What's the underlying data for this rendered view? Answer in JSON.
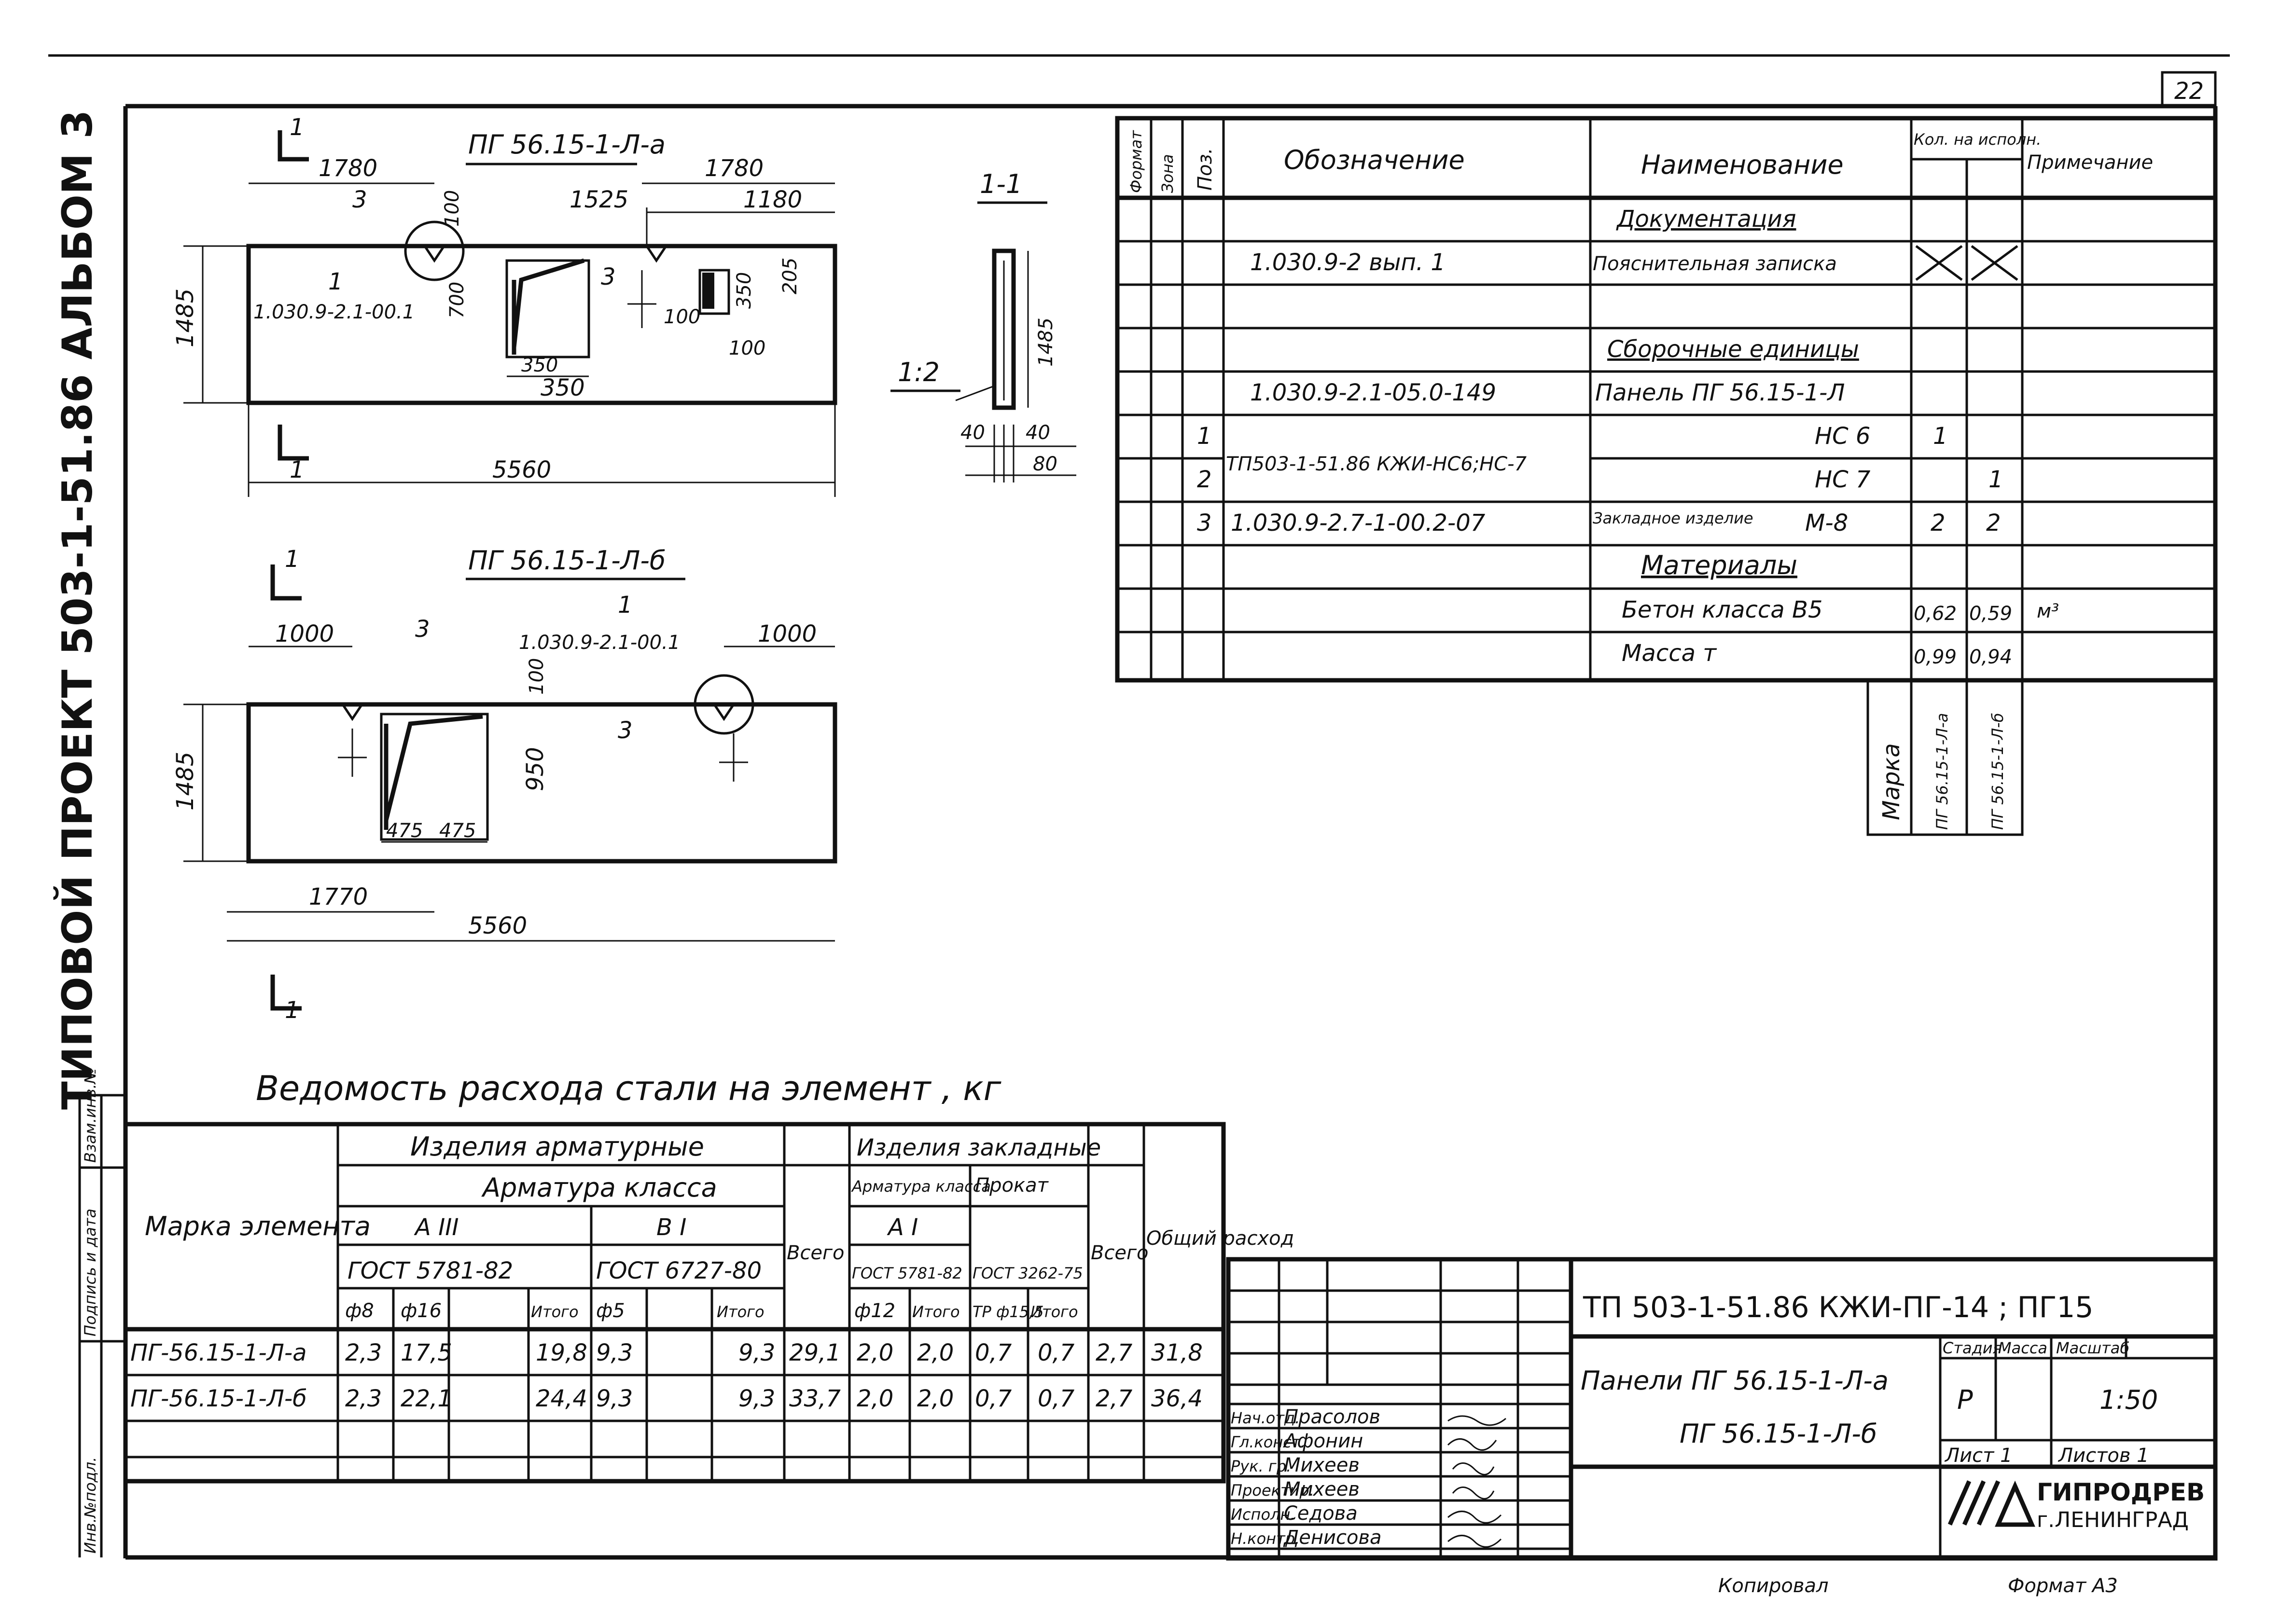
{
  "sheet_number": "22",
  "side_title": "ТИПОВОЙ ПРОЕКТ   503-1-51.86   АЛЬБОМ 3",
  "side_labels": [
    "Инв.№подл.",
    "Подпись и дата",
    "Взам.инв.№"
  ],
  "drawing_a": {
    "title": "ПГ 56.15-1-Л-а",
    "dims": [
      "1780",
      "1780",
      "1525",
      "1180",
      "100",
      "700",
      "350",
      "205",
      "100",
      "100",
      "350",
      "350",
      "1485",
      "5560"
    ],
    "positions": [
      "3",
      "3",
      "1"
    ],
    "ref": "1.030.9-2.1-00.1",
    "section_marks": [
      "1",
      "1"
    ]
  },
  "drawing_b": {
    "title": "ПГ 56.15-1-Л-б",
    "dims": [
      "1000",
      "1000",
      "100",
      "950",
      "475",
      "475",
      "1485",
      "1770",
      "5560"
    ],
    "positions": [
      "3",
      "1",
      "3"
    ],
    "ref": "1.030.9-2.1-00.1",
    "section_marks": [
      "1",
      "1"
    ]
  },
  "section": {
    "title": "1-1",
    "scale": "1:2",
    "dims": [
      "1485",
      "40",
      "40",
      "80"
    ]
  },
  "spec_table": {
    "headers": {
      "format": "Формат",
      "zone": "Зона",
      "pos": "Поз.",
      "designation": "Обозначение",
      "name": "Наименование",
      "qty": "Кол. на исполн.",
      "note": "Примечание"
    },
    "rows": [
      {
        "pos": "",
        "designation": "",
        "name": "Документация",
        "q1": "",
        "q2": "",
        "note": ""
      },
      {
        "pos": "",
        "designation": "1.030.9-2  вып. 1",
        "name": "Пояснительная записка",
        "q1": "",
        "q2": "",
        "note": ""
      },
      {
        "pos": "",
        "designation": "",
        "name": "",
        "q1": "",
        "q2": "",
        "note": ""
      },
      {
        "pos": "",
        "designation": "",
        "name": "Сборочные единицы",
        "q1": "",
        "q2": "",
        "note": ""
      },
      {
        "pos": "",
        "designation": "1.030.9-2.1-05.0-149",
        "name": "Панель ПГ 56.15-1-Л",
        "q1": "",
        "q2": "",
        "note": ""
      },
      {
        "pos": "1",
        "designation": "",
        "name": "НС 6",
        "q1": "1",
        "q2": "",
        "note": ""
      },
      {
        "pos": "2",
        "designation": "",
        "name": "НС 7",
        "q1": "",
        "q2": "1",
        "note": ""
      },
      {
        "pos": "3",
        "designation": "1.030.9-2.7-1-00.2-07",
        "name": "М-8",
        "q1": "2",
        "q2": "2",
        "note": ""
      },
      {
        "pos": "",
        "designation": "",
        "name": "Материалы",
        "q1": "",
        "q2": "",
        "note": ""
      },
      {
        "pos": "",
        "designation": "",
        "name": "Бетон  класса В5",
        "q1": "0,62",
        "q2": "0,59",
        "note": "м³"
      },
      {
        "pos": "",
        "designation": "",
        "name": "Масса    т",
        "q1": "0,99",
        "q2": "0,94",
        "note": ""
      }
    ],
    "merged_designation": "ТП503-1-51.86 КЖИ-НС6;НС-7",
    "embedded_label": "Закладное изделие",
    "marka_label": "Марка",
    "marka_values": [
      "ПГ 56.15-1-Л-а",
      "ПГ 56.15-1-Л-б"
    ]
  },
  "steel_table": {
    "title": "Ведомость расхода стали на элемент , кг",
    "mark_header": "Марка элемента",
    "armature_group": "Изделия арматурные",
    "embedded_group": "Изделия закладные",
    "arm_class": "Арматура класса",
    "a3": "А III",
    "b1": "В I",
    "gost_a3": "ГОСТ 5781-82",
    "gost_b1": "ГОСТ 6727-80",
    "total": "Всего",
    "emb_arm_class": "Арматура класса",
    "rolled": "Прокат",
    "a1": "А I",
    "gost_a1": "ГОСТ 5781-82",
    "gost_rolled": "ГОСТ 3262-75",
    "emb_total": "Всего",
    "overall": "Общий расход",
    "sub_cols": [
      "ф8",
      "ф16",
      "",
      "Итого",
      "ф5",
      "",
      "Итого",
      "ф12",
      "Итого",
      "ТР ф15,5",
      "Итого"
    ],
    "rows": [
      {
        "mark": "ПГ-56.15-1-Л-а",
        "v": [
          "2,3",
          "17,5",
          "",
          "19,8",
          "9,3",
          "",
          "9,3",
          "29,1",
          "2,0",
          "2,0",
          "0,7",
          "0,7",
          "2,7",
          "31,8"
        ]
      },
      {
        "mark": "ПГ-56.15-1-Л-б",
        "v": [
          "2,3",
          "22,1",
          "",
          "24,4",
          "9,3",
          "",
          "9,3",
          "33,7",
          "2,0",
          "2,0",
          "0,7",
          "0,7",
          "2,7",
          "36,4"
        ]
      }
    ]
  },
  "title_block": {
    "code": "ТП 503-1-51.86   КЖИ-ПГ-14 ; ПГ15",
    "name_line1": "Панели ПГ 56.15-1-Л-а",
    "name_line2": "ПГ 56.15-1-Л-б",
    "stage_label": "Стадия",
    "mass_label": "Масса",
    "scale_label": "Масштаб",
    "stage": "Р",
    "scale": "1:50",
    "sheet_label": "Лист 1",
    "sheets_label": "Листов 1",
    "org_line1": "ГИПРОДРЕВ",
    "org_line2": "г.ЛЕНИНГРАД",
    "people": [
      {
        "role": "Нач.отд.",
        "name": "Прасолов"
      },
      {
        "role": "Гл.конст.",
        "name": "Афонин"
      },
      {
        "role": "Рук. гр.",
        "name": "Михеев"
      },
      {
        "role": "Проектир.",
        "name": "Михеев"
      },
      {
        "role": "Исполн.",
        "name": "Седова"
      },
      {
        "role": "Н.контр.",
        "name": "Денисова"
      }
    ]
  },
  "footer": {
    "left": "Копировал",
    "right": "Формат А3"
  }
}
